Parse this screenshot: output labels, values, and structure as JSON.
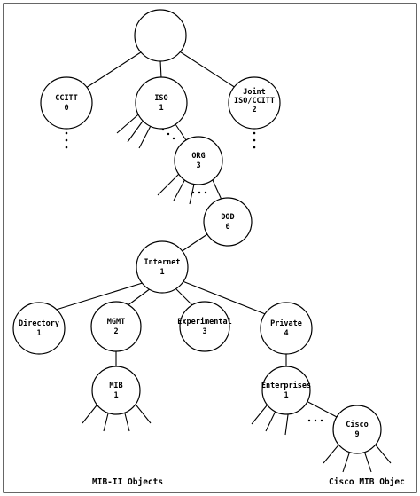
{
  "nodes": {
    "root": {
      "line1": "",
      "line2": ""
    },
    "ccitt": {
      "line1": "CCITT",
      "line2": "0"
    },
    "iso": {
      "line1": "ISO",
      "line2": "1"
    },
    "joint": {
      "line1": "Joint",
      "line2": "ISO/CCITT",
      "line3": "2"
    },
    "org": {
      "line1": "ORG",
      "line2": "3"
    },
    "dod": {
      "line1": "DOD",
      "line2": "6"
    },
    "internet": {
      "line1": "Internet",
      "line2": "1"
    },
    "directory": {
      "line1": "Directory",
      "line2": "1"
    },
    "mgmt": {
      "line1": "MGMT",
      "line2": "2"
    },
    "experimental": {
      "line1": "Experimental",
      "line2": "3"
    },
    "private": {
      "line1": "Private",
      "line2": "4"
    },
    "mib": {
      "line1": "MIB",
      "line2": "1"
    },
    "enterprises": {
      "line1": "Enterprises",
      "line2": "1"
    },
    "cisco": {
      "line1": "Cisco",
      "line2": "9"
    }
  },
  "captions": {
    "mib2": "MIB-II Objects",
    "cisco_mib": "Cisco MIB Objec"
  }
}
